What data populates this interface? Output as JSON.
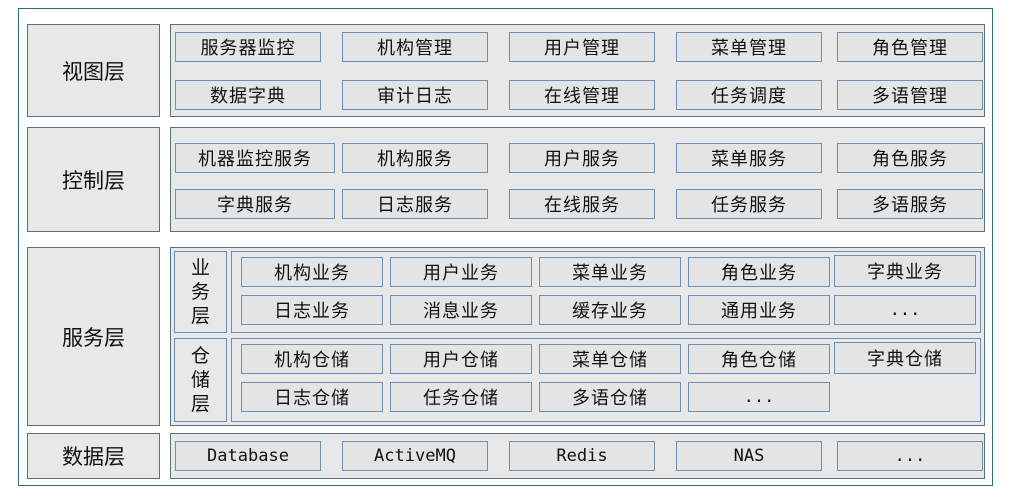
{
  "layers": {
    "view": {
      "label": "视图层",
      "items": [
        "服务器监控",
        "机构管理",
        "用户管理",
        "菜单管理",
        "角色管理",
        "数据字典",
        "审计日志",
        "在线管理",
        "任务调度",
        "多语管理"
      ]
    },
    "control": {
      "label": "控制层",
      "items": [
        "机器监控服务",
        "机构服务",
        "用户服务",
        "菜单服务",
        "角色服务",
        "字典服务",
        "日志服务",
        "在线服务",
        "任务服务",
        "多语服务"
      ]
    },
    "service": {
      "label": "服务层",
      "business": {
        "label_chars": [
          "业",
          "务",
          "层"
        ],
        "items": [
          "机构业务",
          "用户业务",
          "菜单业务",
          "角色业务",
          "字典业务",
          "日志业务",
          "消息业务",
          "缓存业务",
          "通用业务",
          "..."
        ]
      },
      "repository": {
        "label_chars": [
          "仓",
          "储",
          "层"
        ],
        "items": [
          "机构仓储",
          "用户仓储",
          "菜单仓储",
          "角色仓储",
          "字典仓储",
          "日志仓储",
          "任务仓储",
          "多语仓储",
          "..."
        ]
      }
    },
    "data": {
      "label": "数据层",
      "items": [
        "Database",
        "ActiveMQ",
        "Redis",
        "NAS",
        "..."
      ]
    }
  },
  "colors": {
    "frame_border": "#2f6d7a",
    "box_border": "#6d90b5",
    "fill": "#e8e8e8"
  }
}
